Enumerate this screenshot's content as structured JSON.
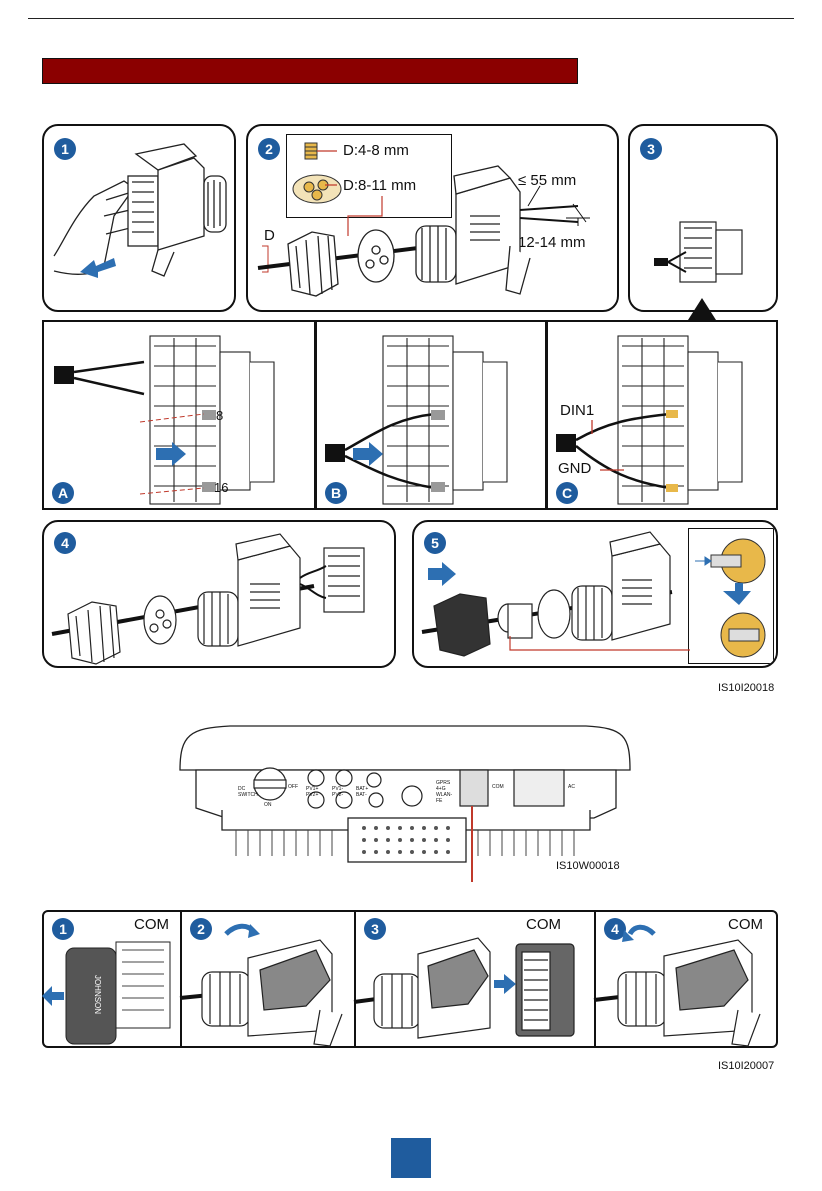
{
  "colors": {
    "header_bar": "#8b0000",
    "step_badge": "#1f5c9e",
    "arrow": "#2d6fb2",
    "leader_line": "#c0392b",
    "seal": "#e8b84a"
  },
  "figure1": {
    "steps": [
      "1",
      "2",
      "3",
      "4",
      "5"
    ],
    "step2": {
      "d_small": "D:4-8 mm",
      "d_large": "D:8-11 mm",
      "d_symbol": "D",
      "strip_length": "≤ 55 mm",
      "bare_length": "12-14 mm"
    },
    "sub_panels": [
      "A",
      "B",
      "C"
    ],
    "terminal_numbers": [
      "8",
      "16"
    ],
    "pin_labels": [
      "DIN1",
      "GND"
    ],
    "code": "IS10I20018"
  },
  "figure2": {
    "port_labels": [
      "DC SWITCH",
      "OFF",
      "ON",
      "PV1+ PV2+",
      "PV1- PV2-",
      "BAT+ BAT-",
      "GPRS 4+G WLAN-FE",
      "COM",
      "AC"
    ],
    "code": "IS10W00018"
  },
  "figure3": {
    "steps": [
      "1",
      "2",
      "3",
      "4"
    ],
    "port_label": "COM",
    "cover_text": "JOHNSON",
    "code": "IS10I20007"
  }
}
